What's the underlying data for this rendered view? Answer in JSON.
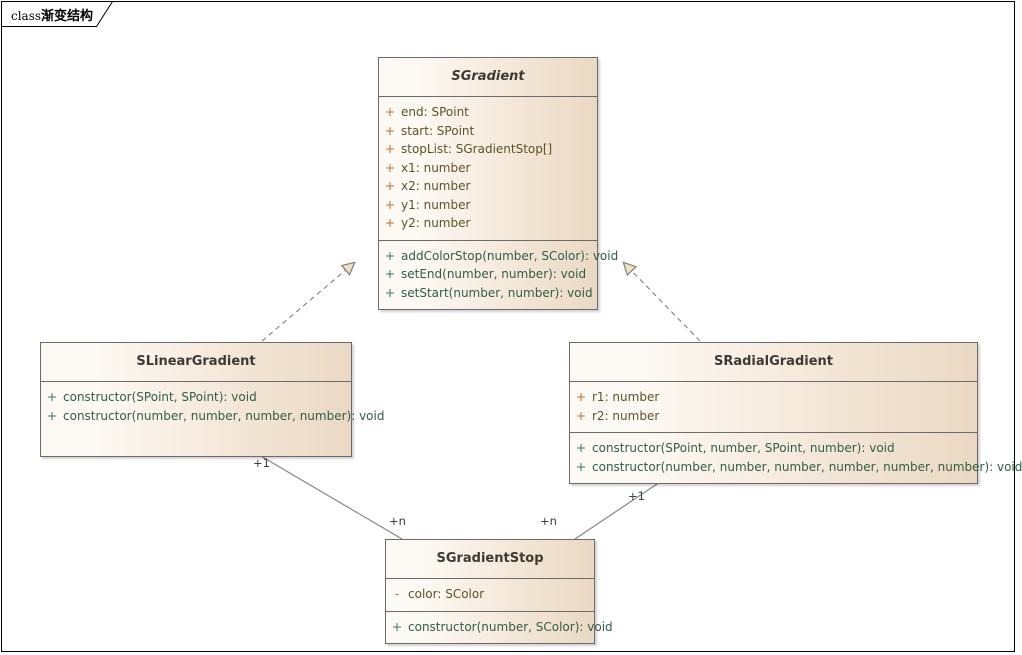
{
  "diagram": {
    "frame": {
      "keyword": "class",
      "name": "渐变结构",
      "full_label": "class 渐变结构"
    },
    "colors": {
      "box_fill_light": "#fdfaf6",
      "box_fill_dark": "#ead8c3",
      "box_border": "#6b6b6b",
      "title_text": "#3d3a33",
      "attribute_text": "#5f5326",
      "attribute_marker": "#c1702a",
      "operation_text": "#2f5f48",
      "operation_marker": "#2e7d4f",
      "edge_line": "#7f7f7f",
      "edge_label": "#33404f",
      "arrow_fill": "#f3e0c0",
      "frame_border": "#000000"
    },
    "classes": [
      {
        "id": "sgradient",
        "name": "SGradient",
        "abstract": true,
        "attributes": [
          {
            "visibility": "+",
            "signature": "end: SPoint"
          },
          {
            "visibility": "+",
            "signature": "start: SPoint"
          },
          {
            "visibility": "+",
            "signature": "stopList: SGradientStop[]"
          },
          {
            "visibility": "+",
            "signature": "x1: number"
          },
          {
            "visibility": "+",
            "signature": "x2: number"
          },
          {
            "visibility": "+",
            "signature": "y1: number"
          },
          {
            "visibility": "+",
            "signature": "y2: number"
          }
        ],
        "operations": [
          {
            "visibility": "+",
            "signature": "addColorStop(number, SColor): void"
          },
          {
            "visibility": "+",
            "signature": "setEnd(number, number): void"
          },
          {
            "visibility": "+",
            "signature": "setStart(number, number): void"
          }
        ]
      },
      {
        "id": "slineargradient",
        "name": "SLinearGradient",
        "abstract": false,
        "attributes": [],
        "operations": [
          {
            "visibility": "+",
            "signature": "constructor(SPoint, SPoint): void"
          },
          {
            "visibility": "+",
            "signature": "constructor(number, number, number, number): void"
          }
        ]
      },
      {
        "id": "sradialgradient",
        "name": "SRadialGradient",
        "abstract": false,
        "attributes": [
          {
            "visibility": "+",
            "signature": "r1: number"
          },
          {
            "visibility": "+",
            "signature": "r2: number"
          }
        ],
        "operations": [
          {
            "visibility": "+",
            "signature": "constructor(SPoint, number, SPoint, number): void"
          },
          {
            "visibility": "+",
            "signature": "constructor(number, number, number, number, number, number): void"
          }
        ]
      },
      {
        "id": "sgradientstop",
        "name": "SGradientStop",
        "abstract": false,
        "attributes": [
          {
            "visibility": "-",
            "signature": "color: SColor"
          }
        ],
        "operations": [
          {
            "visibility": "+",
            "signature": "constructor(number, SColor): void"
          }
        ]
      }
    ],
    "relationships": [
      {
        "id": "rel-linear-realizes-gradient",
        "type": "realization",
        "style": "dashed",
        "arrow": "hollow-triangle",
        "from": "SLinearGradient",
        "to": "SGradient",
        "labels": []
      },
      {
        "id": "rel-radial-realizes-gradient",
        "type": "realization",
        "style": "dashed",
        "arrow": "hollow-triangle",
        "from": "SRadialGradient",
        "to": "SGradient",
        "labels": []
      },
      {
        "id": "rel-linear-stop",
        "type": "association",
        "style": "solid",
        "arrow": "none",
        "from": "SLinearGradient",
        "to": "SGradientStop",
        "labels": [
          {
            "text": "+1",
            "end": "source"
          },
          {
            "text": "+n",
            "end": "target"
          }
        ]
      },
      {
        "id": "rel-radial-stop",
        "type": "association",
        "style": "solid",
        "arrow": "none",
        "from": "SRadialGradient",
        "to": "SGradientStop",
        "labels": [
          {
            "text": "+1",
            "end": "source"
          },
          {
            "text": "+n",
            "end": "target"
          }
        ]
      }
    ],
    "edge_labels": {
      "linear_one": "+1",
      "linear_many": "+n",
      "radial_one": "+1",
      "radial_many": "+n"
    }
  }
}
